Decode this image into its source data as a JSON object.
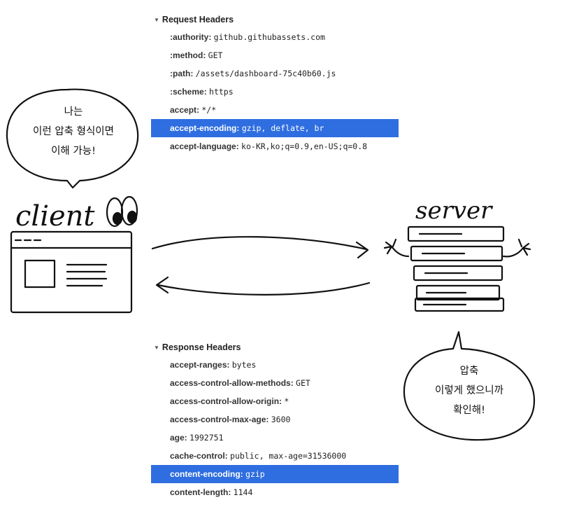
{
  "request": {
    "title": "Request Headers",
    "rows": [
      {
        "key": ":authority:",
        "value": "github.githubassets.com",
        "highlighted": false
      },
      {
        "key": ":method:",
        "value": "GET",
        "highlighted": false
      },
      {
        "key": ":path:",
        "value": "/assets/dashboard-75c40b60.js",
        "highlighted": false
      },
      {
        "key": ":scheme:",
        "value": "https",
        "highlighted": false
      },
      {
        "key": "accept:",
        "value": "*/*",
        "highlighted": false
      },
      {
        "key": "accept-encoding:",
        "value": "gzip, deflate, br",
        "highlighted": true
      },
      {
        "key": "accept-language:",
        "value": "ko-KR,ko;q=0.9,en-US;q=0.8",
        "highlighted": false
      }
    ]
  },
  "response": {
    "title": "Response Headers",
    "rows": [
      {
        "key": "accept-ranges:",
        "value": "bytes",
        "highlighted": false
      },
      {
        "key": "access-control-allow-methods:",
        "value": "GET",
        "highlighted": false
      },
      {
        "key": "access-control-allow-origin:",
        "value": "*",
        "highlighted": false
      },
      {
        "key": "access-control-max-age:",
        "value": "3600",
        "highlighted": false
      },
      {
        "key": "age:",
        "value": "1992751",
        "highlighted": false
      },
      {
        "key": "cache-control:",
        "value": "public, max-age=31536000",
        "highlighted": false
      },
      {
        "key": "content-encoding:",
        "value": "gzip",
        "highlighted": true
      },
      {
        "key": "content-length:",
        "value": "1144",
        "highlighted": false
      }
    ]
  },
  "client": {
    "label": "client",
    "bubble_lines": [
      "나는",
      "이런 압축 형식이면",
      "이해 가능!"
    ]
  },
  "server": {
    "label": "server",
    "bubble_lines": [
      "압축",
      "이렇게 했으니까",
      "확인해!"
    ]
  },
  "colors": {
    "highlight": "#2f6ee0",
    "ink": "#111111"
  }
}
